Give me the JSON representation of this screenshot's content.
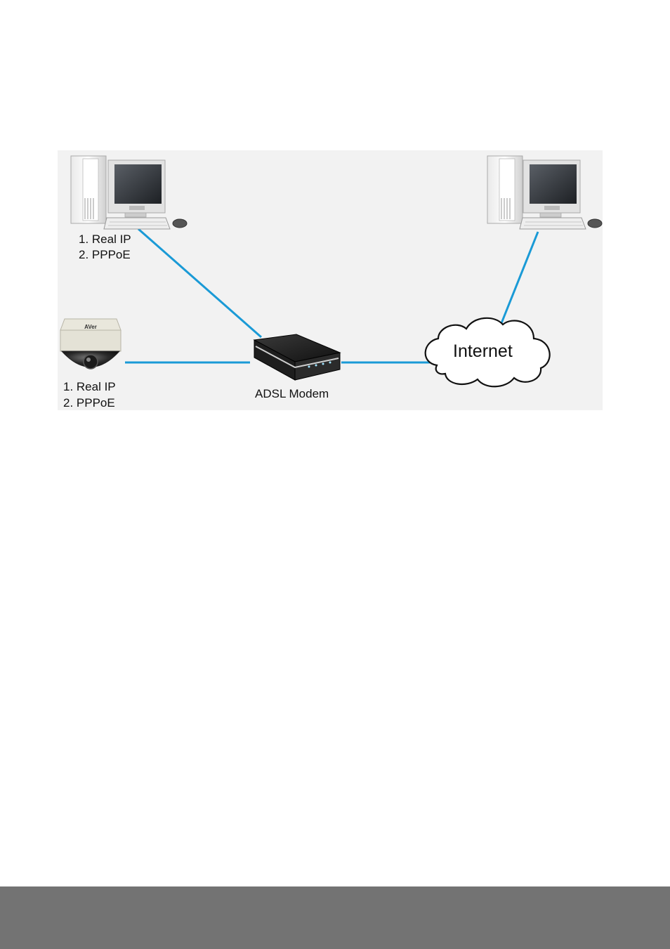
{
  "diagram": {
    "local_pc": {
      "label_1": "1. Real IP",
      "label_2": "2. PPPoE"
    },
    "camera": {
      "label_1": "1. Real IP",
      "label_2": "2. PPPoE",
      "brand": "AVer"
    },
    "modem": {
      "label": "ADSL Modem"
    },
    "cloud": {
      "label": "Internet"
    },
    "colors": {
      "link": "#1a9ad6",
      "panel": "#f2f2f2",
      "footer": "#737373"
    }
  }
}
